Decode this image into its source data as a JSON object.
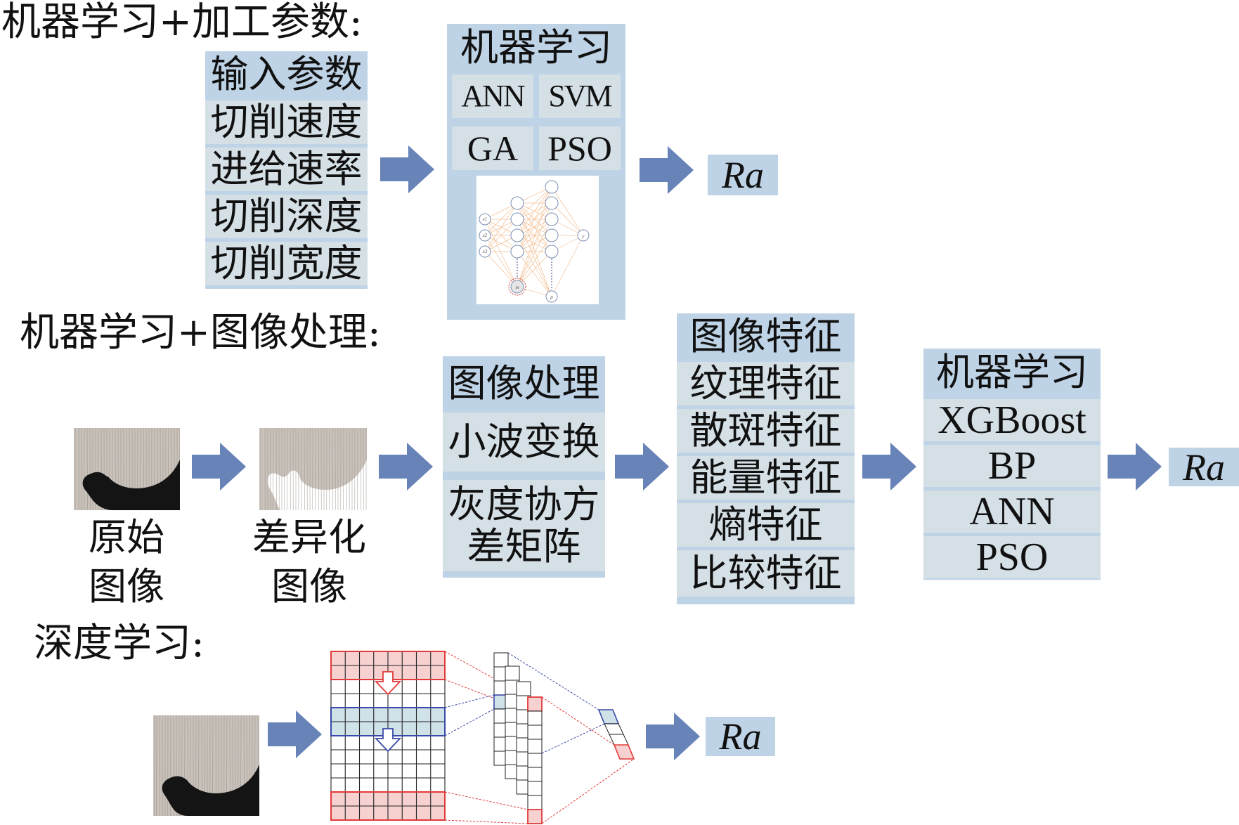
{
  "section1": {
    "heading": "机器学习+加工参数:",
    "inputs": {
      "title": "输入参数",
      "items": [
        "切削速度",
        "进给速率",
        "切削深度",
        "切削宽度"
      ]
    },
    "ml": {
      "title": "机器学习",
      "methods": [
        "ANN",
        "SVM",
        "GA",
        "PSO"
      ],
      "network_labels": [
        "x1",
        "x2",
        "x3",
        "m",
        "p",
        "y"
      ]
    },
    "output": "Ra"
  },
  "section2": {
    "heading": "机器学习+图像处理:",
    "images": [
      {
        "label_line1": "原始",
        "label_line2": "图像"
      },
      {
        "label_line1": "差异化",
        "label_line2": "图像"
      }
    ],
    "processing": {
      "title": "图像处理",
      "items": [
        "小波变换",
        "灰度协方",
        "差矩阵"
      ]
    },
    "features": {
      "title": "图像特征",
      "items": [
        "纹理特征",
        "散斑特征",
        "能量特征",
        "熵特征",
        "比较特征"
      ]
    },
    "ml": {
      "title": "机器学习",
      "items": [
        "XGBoost",
        "BP",
        "ANN",
        "PSO"
      ]
    },
    "output": "Ra"
  },
  "section3": {
    "heading": "深度学习:",
    "output": "Ra"
  },
  "colors": {
    "box_title": "#bfd3e6",
    "box_row": "#d5e0e6",
    "arrow": "#6783b8",
    "red": "#e23a3a",
    "blue": "#3a4aa8"
  }
}
